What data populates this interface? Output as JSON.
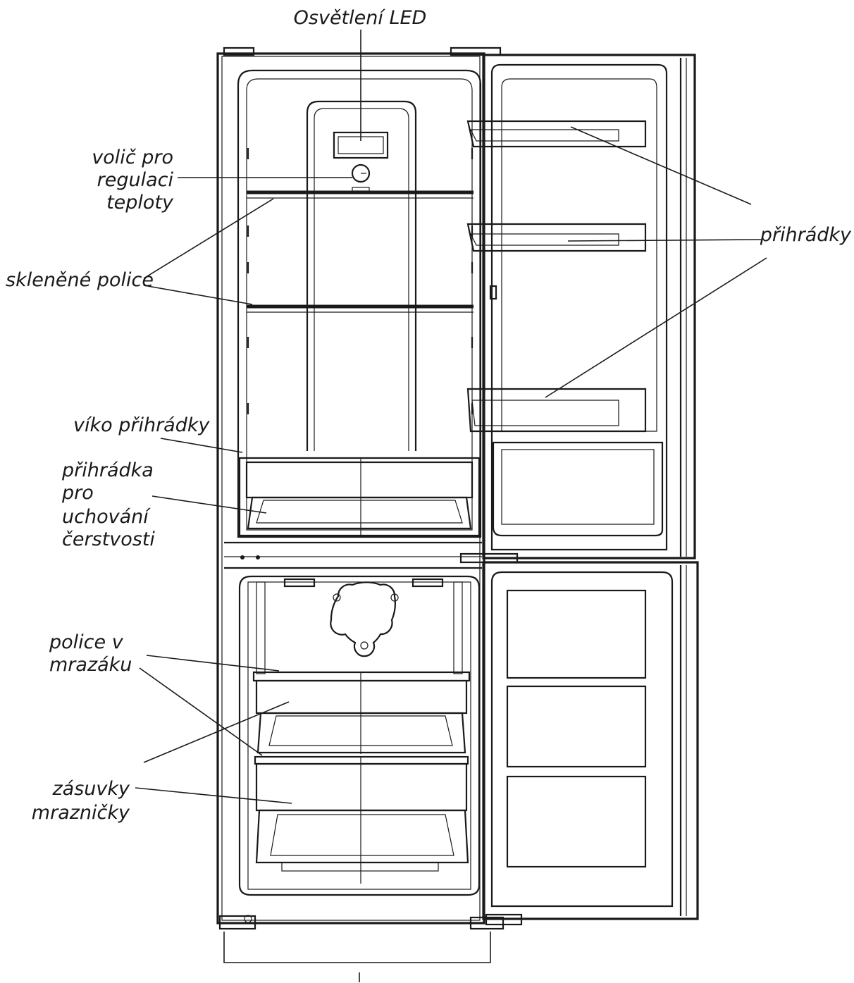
{
  "labels": {
    "led": "Osvětlení LED",
    "dial_1": "volič pro",
    "dial_2": "regulaci",
    "dial_3": "teploty",
    "glass_shelves": "skleněné police",
    "door_racks": "přihrádky",
    "crisper_lid": "víko přihrádky",
    "crisper_1": "přihrádka",
    "crisper_2": "pro",
    "crisper_3": "uchování",
    "crisper_4": "čerstvosti",
    "freezer_shelves_1": "police v",
    "freezer_shelves_2": "mrazáku",
    "freezer_drawers_1": "zásuvky",
    "freezer_drawers_2": "mrazničky"
  }
}
